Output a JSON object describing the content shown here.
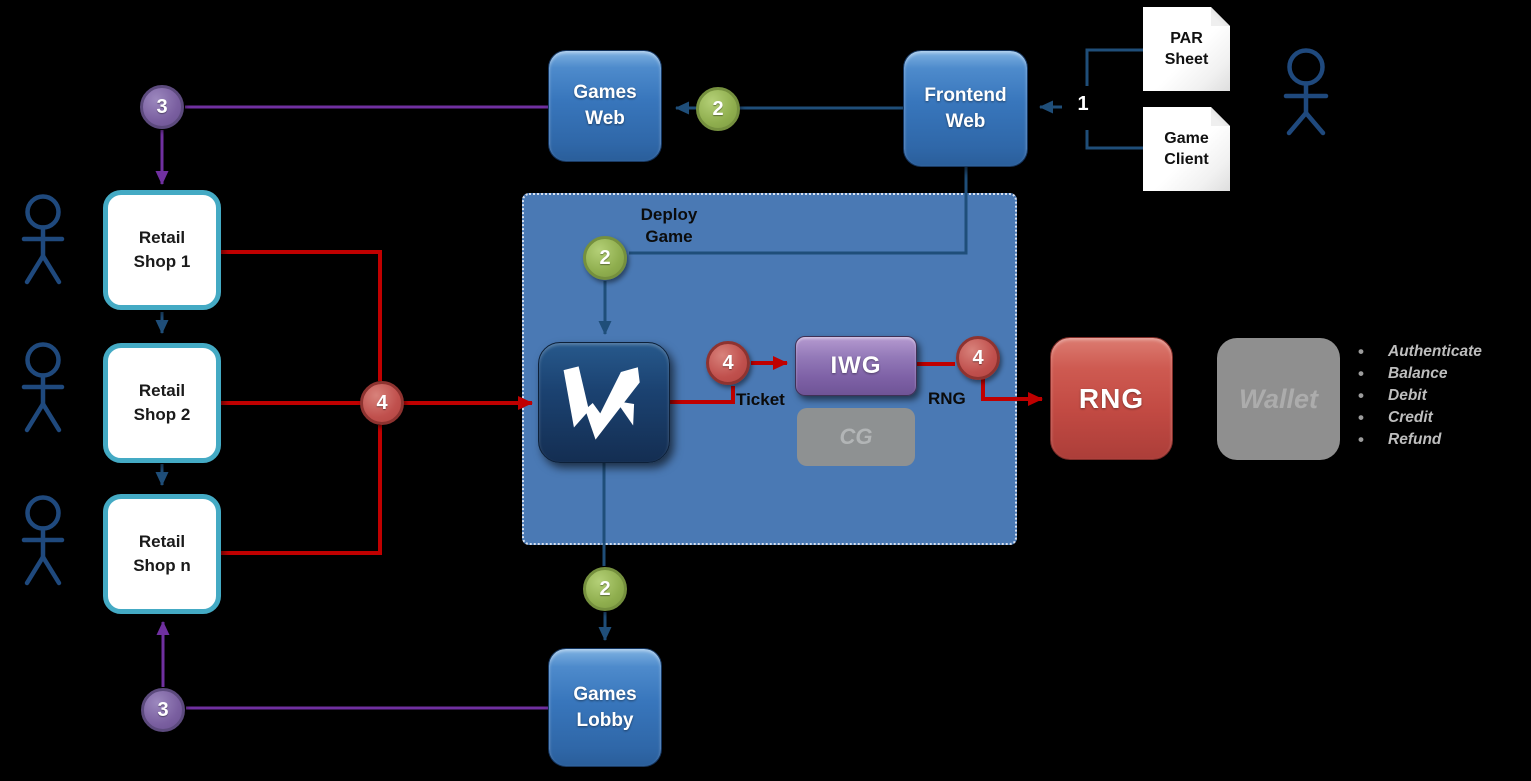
{
  "zone": {
    "label": "Deploy\nGame"
  },
  "nodes": {
    "games_web": {
      "label": "Games\nWeb"
    },
    "frontend_web": {
      "label": "Frontend\nWeb"
    },
    "games_lobby": {
      "label": "Games\nLobby"
    },
    "retail_shop_1": {
      "label": "Retail\nShop 1"
    },
    "retail_shop_2": {
      "label": "Retail\nShop 2"
    },
    "retail_shop_n": {
      "label": "Retail\nShop n"
    },
    "par_sheet": {
      "label": "PAR\nSheet"
    },
    "game_client": {
      "label": "Game\nClient"
    },
    "iwg": {
      "label": "IWG"
    },
    "cg": {
      "label": "CG"
    },
    "rng": {
      "label": "RNG"
    },
    "wallet": {
      "label": "Wallet"
    }
  },
  "steps": {
    "s1": "1",
    "s2": "2",
    "s3": "3",
    "s4": "4"
  },
  "edge_labels": {
    "ticket": "Ticket",
    "rng": "RNG"
  },
  "wallet_operations": [
    "Authenticate",
    "Balance",
    "Debit",
    "Credit",
    "Refund"
  ],
  "colors": {
    "background": "#000000",
    "line_navy": "#1F4E79",
    "line_purple": "#7030A0",
    "line_red": "#C00000",
    "zone_blue": "#4A79B4",
    "node_blue": "#3876BC",
    "node_navy": "#17365D",
    "node_purple": "#8064A2",
    "node_red": "#C0504D",
    "node_gray": "#8F8F8F",
    "retail_border": "#44AAC4",
    "badge_green": "#8FAE4E",
    "badge_purple": "#7A5FA0",
    "badge_red": "#C0504D",
    "actor_navy": "#1F497D"
  }
}
